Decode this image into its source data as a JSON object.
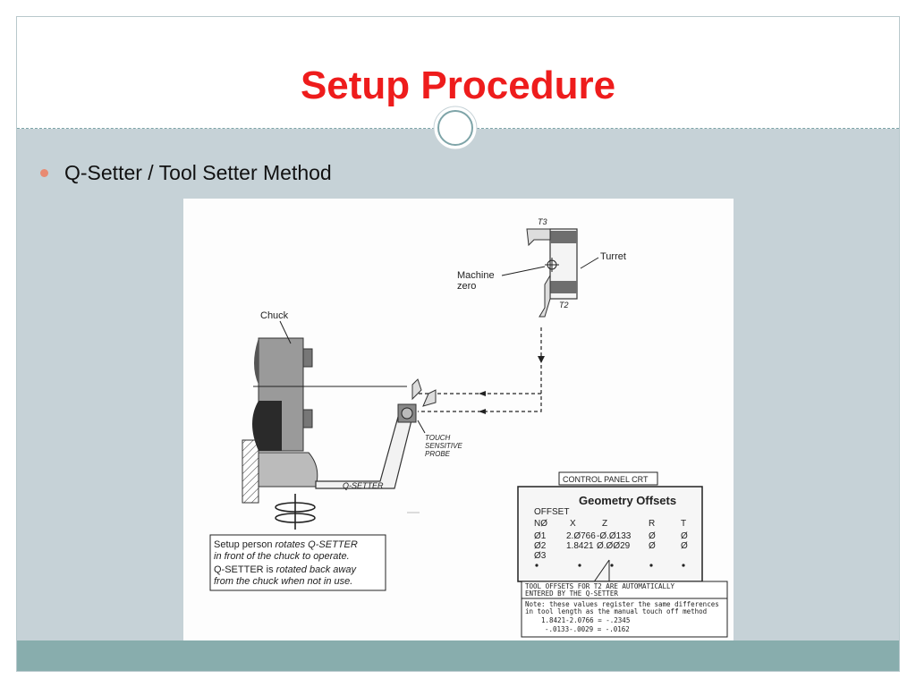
{
  "slide": {
    "title": "Setup Procedure",
    "bullet": "Q-Setter / Tool Setter Method"
  },
  "colors": {
    "title": "#ee1c1c",
    "content_bg": "#c6d2d7",
    "footer_bg": "#88adad",
    "bullet": "#e88a72"
  },
  "figure": {
    "labels": {
      "t3": "T3",
      "t2": "T2",
      "turret": "Turret",
      "machine_zero_1": "Machine",
      "machine_zero_2": "zero",
      "chuck": "Chuck",
      "probe_1": "TOUCH",
      "probe_2": "SENSITIVE",
      "probe_3": "PROBE",
      "qsetter": "Q-SETTER"
    },
    "note_box": {
      "line1_a": "Setup person ",
      "line1_b": "rotates Q-SETTER",
      "line2": "in front of the chuck to operate.",
      "line3_a": "Q-SETTER is ",
      "line3_b": "rotated back away",
      "line4": "from the chuck when not in use."
    },
    "crt": {
      "panel_label": "CONTROL PANEL CRT",
      "heading": "Geometry Offsets",
      "offset_label": "OFFSET",
      "columns": [
        "NØ",
        "X",
        "Z",
        "R",
        "T"
      ],
      "rows": [
        [
          "Ø1",
          "2.Ø766",
          "-Ø.Ø133",
          "Ø",
          "Ø"
        ],
        [
          "Ø2",
          "1.8421",
          "Ø.ØØ29",
          "Ø",
          "Ø"
        ],
        [
          "Ø3",
          "",
          "",
          "",
          ""
        ]
      ]
    },
    "info_box": {
      "line1": "TOOL OFFSETS FOR  T2 ARE  AUTOMATICALLY",
      "line2": "ENTERED BY  THE Q-SETTER",
      "note1": "Note: these values  register the same differences",
      "note2": "in tool length as the  manual touch off method",
      "calc1": "1.8421-2.0766    = -.2345",
      "calc2": "-.0133-.0029    = -.0162"
    }
  }
}
